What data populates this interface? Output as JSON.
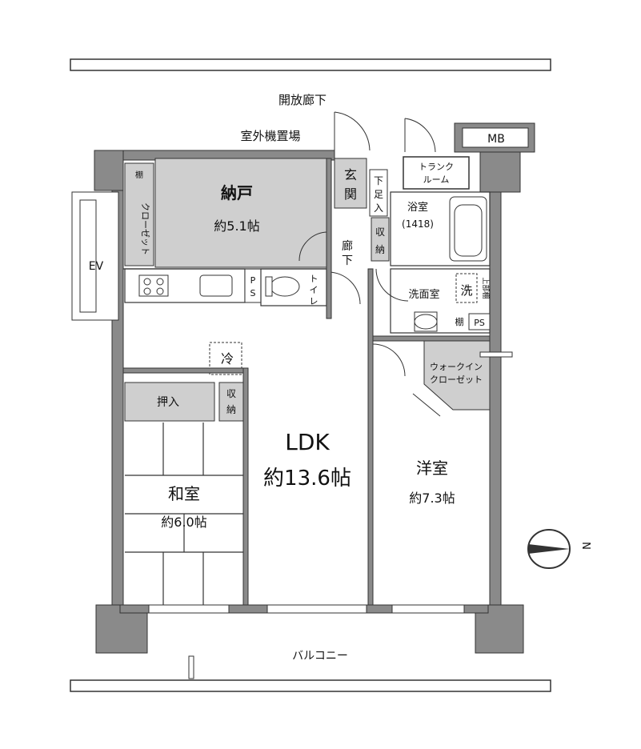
{
  "labels": {
    "corridor": "開放廊下",
    "outdoor_unit": "室外機置場",
    "mb": "MB",
    "trunk_room_line1": "トランク",
    "trunk_room_line2": "ルーム",
    "ev": "EV",
    "storage_room": "納戸",
    "storage_room_size": "約5.1帖",
    "closet_vertical": "クローゼット",
    "shelf_small": "棚",
    "entrance_1": "玄",
    "entrance_2": "関",
    "shoe_1": "下",
    "shoe_2": "足",
    "shoe_3": "入",
    "hall_1": "廊",
    "hall_2": "下",
    "hall_storage_1": "収",
    "hall_storage_2": "納",
    "bath": "浴室",
    "bath_size": "(1418)",
    "ps_1": "P",
    "ps_2": "S",
    "toilet_1": "ト",
    "toilet_2": "イ",
    "toilet_3": "レ",
    "washroom": "洗面室",
    "washer": "洗",
    "upper_shelf": "上部棚",
    "shelf_wash": "棚",
    "ps_wash": "PS",
    "fridge": "冷",
    "oshiire": "押入",
    "ldk_storage_1": "収",
    "ldk_storage_2": "納",
    "walkin_line1": "ウォークイン",
    "walkin_line2": "クローゼット",
    "ldk": "LDK",
    "ldk_size": "約13.6帖",
    "washitsu": "和室",
    "washitsu_size": "約6.0帖",
    "youshitsu": "洋室",
    "youshitsu_size": "約7.3帖",
    "balcony": "バルコニー",
    "north": "N"
  }
}
